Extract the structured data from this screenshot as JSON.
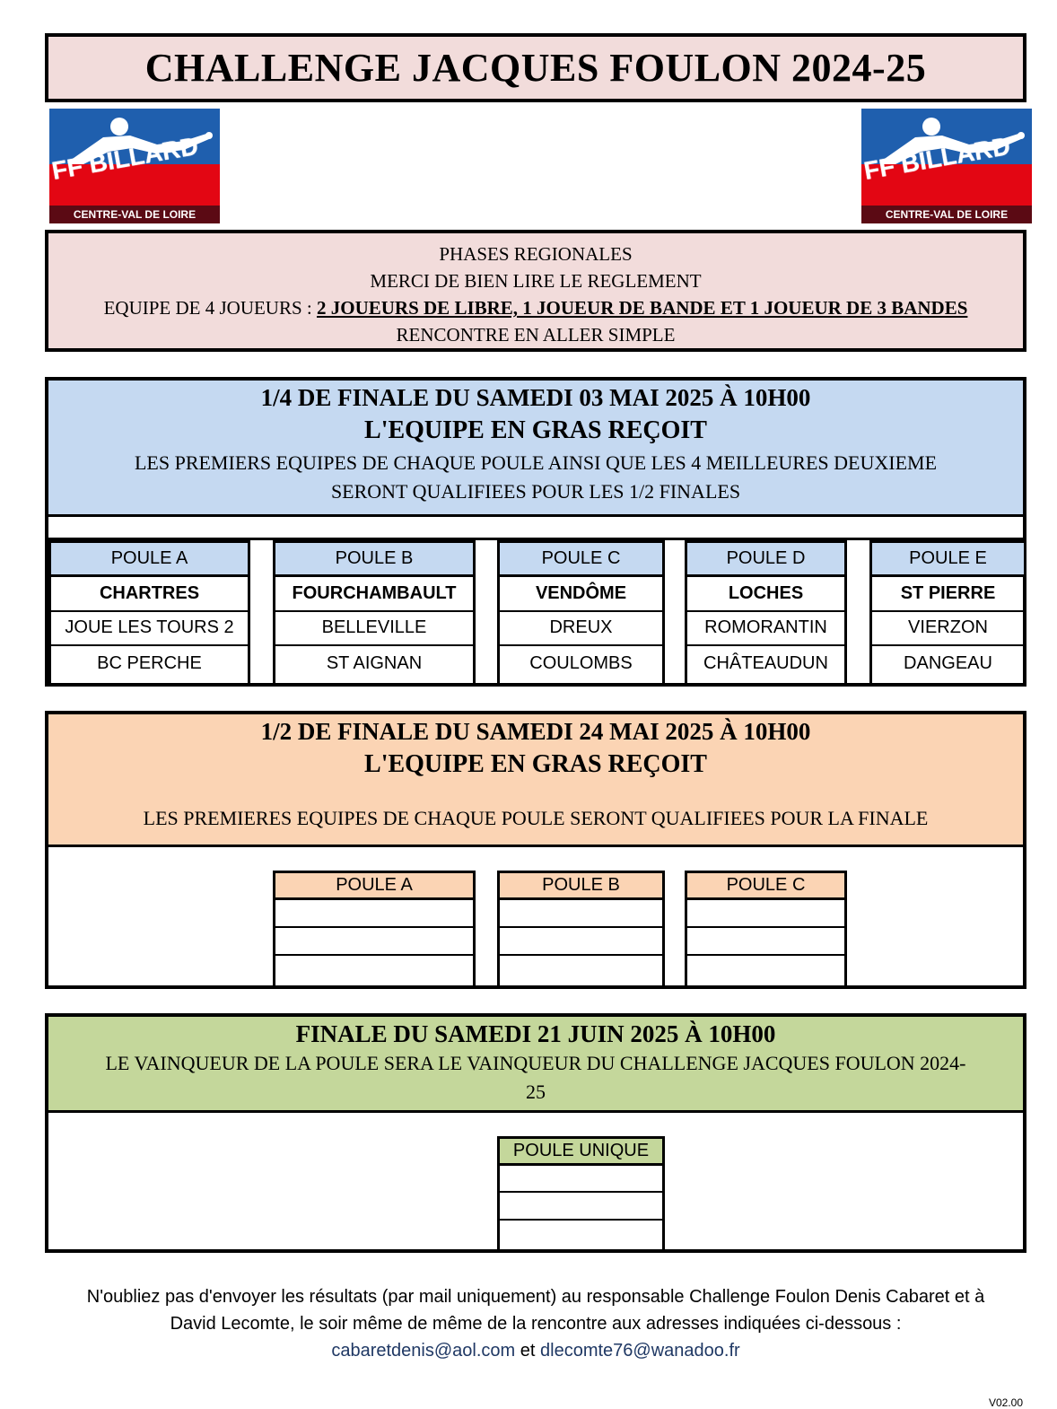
{
  "title": "CHALLENGE JACQUES FOULON 2024-25",
  "logo": {
    "brand": "FF BILLARD",
    "region": "CENTRE-VAL DE LOIRE"
  },
  "phases": {
    "line1": "PHASES REGIONALES",
    "line2": "MERCI DE BIEN LIRE LE REGLEMENT",
    "line3_prefix": "EQUIPE DE 4 JOUEURS : ",
    "line3_bold": "2 JOUEURS DE LIBRE, 1 JOUEUR DE BANDE ET 1 JOUEUR DE 3 BANDES",
    "line4": "RENCONTRE EN ALLER SIMPLE"
  },
  "quarter": {
    "title": "1/4 DE FINALE DU SAMEDI 03 MAI 2025 À 10H00",
    "subtitle": "L'EQUIPE EN GRAS REÇOIT",
    "text1": "LES PREMIERS EQUIPES DE CHAQUE POULE AINSI QUE LES 4 MEILLEURES DEUXIEME",
    "text2": "SERONT QUALIFIEES POUR LES 1/2 FINALES",
    "color": "#c5d9f1",
    "poules": [
      {
        "name": "POULE A",
        "teams": [
          "CHARTRES",
          "JOUE LES TOURS 2",
          "BC PERCHE"
        ]
      },
      {
        "name": "POULE B",
        "teams": [
          "FOURCHAMBAULT",
          "BELLEVILLE",
          "ST AIGNAN"
        ]
      },
      {
        "name": "POULE C",
        "teams": [
          "VENDÔME",
          "DREUX",
          "COULOMBS"
        ]
      },
      {
        "name": "POULE D",
        "teams": [
          "LOCHES",
          "ROMORANTIN",
          "CHÂTEAUDUN"
        ]
      },
      {
        "name": "POULE E",
        "teams": [
          "ST PIERRE",
          "VIERZON",
          "DANGEAU"
        ]
      }
    ]
  },
  "semi": {
    "title": "1/2 DE FINALE DU SAMEDI 24 MAI 2025 À 10H00",
    "subtitle": "L'EQUIPE EN GRAS REÇOIT",
    "text": "LES PREMIERES EQUIPES DE CHAQUE POULE SERONT QUALIFIEES POUR LA FINALE",
    "color": "#fbd4b4",
    "poules": [
      {
        "name": "POULE A",
        "teams": [
          "",
          "",
          ""
        ]
      },
      {
        "name": "POULE B",
        "teams": [
          "",
          "",
          ""
        ]
      },
      {
        "name": "POULE C",
        "teams": [
          "",
          "",
          ""
        ]
      }
    ]
  },
  "final": {
    "title": "FINALE DU SAMEDI 21 JUIN 2025 À 10H00",
    "text1": "LE VAINQUEUR DE LA POULE SERA LE VAINQUEUR DU CHALLENGE JACQUES FOULON 2024-",
    "text2": "25",
    "color": "#c4d79b",
    "poule": {
      "name": "POULE UNIQUE",
      "teams": [
        "",
        "",
        ""
      ]
    }
  },
  "footer": {
    "line1": "N'oubliez pas d'envoyer les résultats (par mail uniquement) au responsable Challenge Foulon Denis Cabaret et à",
    "line2": "David Lecomte, le soir même de même de la rencontre  aux adresses indiquées ci-dessous :",
    "email1": "cabaretdenis@aol.com",
    "and": " et ",
    "email2": "dlecomte76@wanadoo.fr",
    "version": "V02.00"
  }
}
